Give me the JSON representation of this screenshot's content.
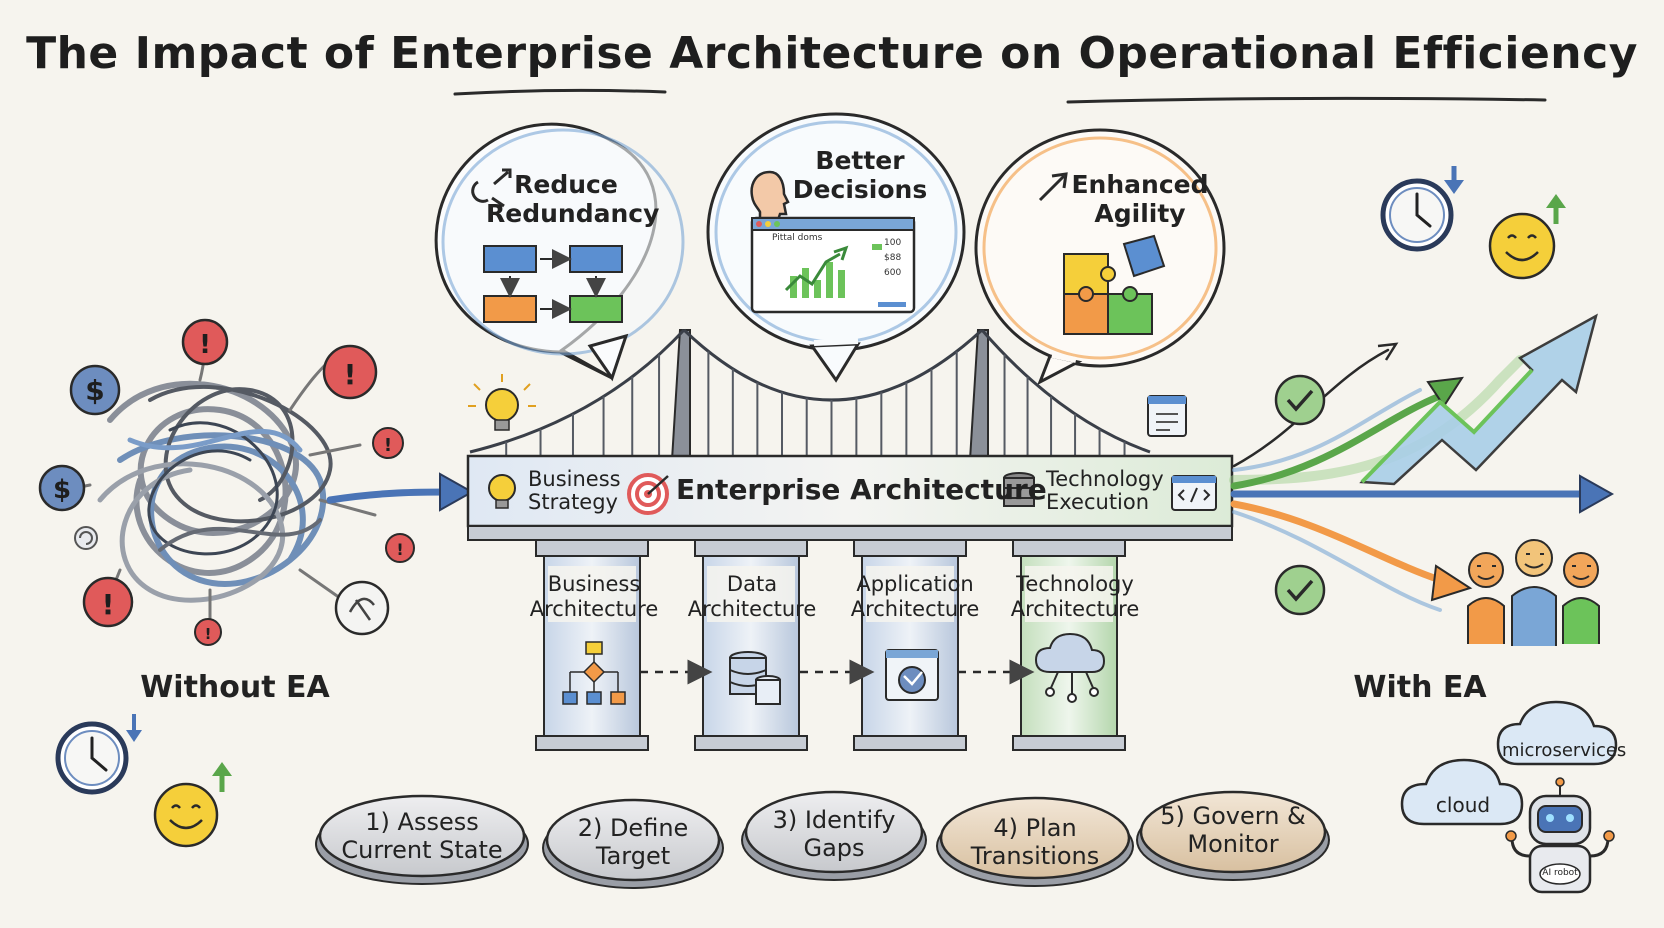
{
  "title": "The Impact of Enterprise Architecture on Operational Efficiency",
  "without_label": "Without EA",
  "with_label": "With EA",
  "bubbles": [
    {
      "line1": "Reduce",
      "line2": "Redundancy",
      "icon": "unlink-icon"
    },
    {
      "line1": "Better",
      "line2": "Decisions",
      "icon": "head-icon",
      "screen_title": "Pittal doms",
      "screen_values": [
        "100",
        "$88",
        "600"
      ]
    },
    {
      "line1": "Enhanced",
      "line2": "Agility",
      "icon": "arrow-up-right-icon"
    }
  ],
  "deck": {
    "left_line1": "Business",
    "left_line2": "Strategy",
    "center": "Enterprise Architecture",
    "right_line1": "Technology",
    "right_line2": "Execution"
  },
  "pillars": [
    {
      "line1": "Business",
      "line2": "Architecture"
    },
    {
      "line1": "Data",
      "line2": "Architecture"
    },
    {
      "line1": "Application",
      "line2": "Architecture"
    },
    {
      "line1": "Technology",
      "line2": "Architecture"
    }
  ],
  "steps": [
    {
      "line1": "1) Assess",
      "line2": "Current State"
    },
    {
      "line1": "2) Define",
      "line2": "Target"
    },
    {
      "line1": "3) Identify",
      "line2": "Gaps"
    },
    {
      "line1": "4) Plan",
      "line2": "Transitions"
    },
    {
      "line1": "5) Govern &",
      "line2": "Monitor"
    }
  ],
  "clouds": {
    "microservices": "microservices",
    "cloud": "cloud"
  },
  "robot_label": "AI robot",
  "colors": {
    "blue": "#5b8fd1",
    "green": "#6cc35a",
    "orange": "#f29a48",
    "red": "#e05a5a",
    "yellow": "#f5cf3a",
    "stone": "#b9bdc4",
    "ink": "#2a2a2a"
  }
}
